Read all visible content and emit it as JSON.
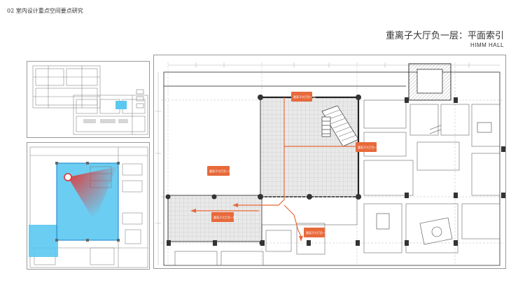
{
  "header": {
    "breadcrumb": "02 室内设计重点空间要点研究",
    "title": "重离子大厅负一层：平面索引",
    "subtitle": "HIMM HALL"
  },
  "colors": {
    "accent_orange": "#e8693a",
    "highlight_blue": "#5bc8ef",
    "line_gray": "#888888",
    "column_dark": "#333333"
  },
  "plan": {
    "callouts": [
      "重离子大厅负一层",
      "重离子大厅负一层",
      "重离子大厅负一层",
      "重离子大厅负一层"
    ]
  }
}
